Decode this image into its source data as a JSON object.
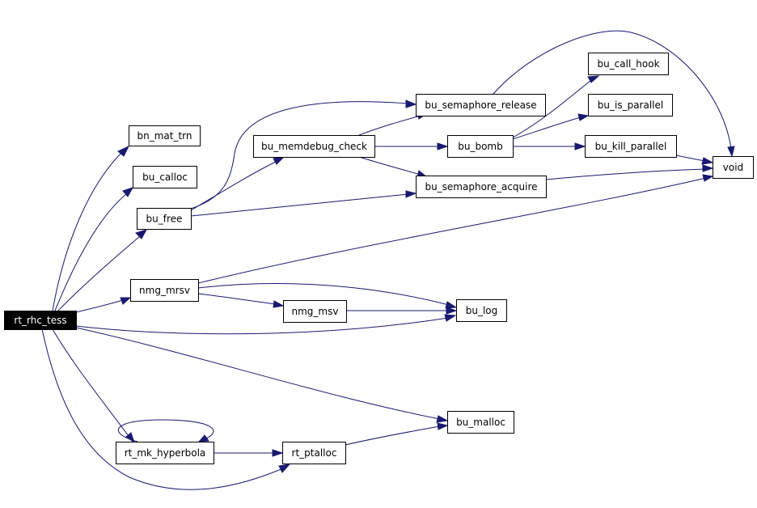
{
  "colors": {
    "edge": "#191970",
    "node_border": "#000000",
    "root_fill": "#000000",
    "root_text": "#ffffff",
    "background": "#ffffff"
  },
  "nodes": [
    {
      "id": "rt_rhc_tess",
      "label": "rt_rhc_tess",
      "root": true
    },
    {
      "id": "bn_mat_trn",
      "label": "bn_mat_trn"
    },
    {
      "id": "bu_calloc",
      "label": "bu_calloc"
    },
    {
      "id": "bu_free",
      "label": "bu_free"
    },
    {
      "id": "bu_memdebug_check",
      "label": "bu_memdebug_check"
    },
    {
      "id": "bu_semaphore_release",
      "label": "bu_semaphore_release"
    },
    {
      "id": "bu_bomb",
      "label": "bu_bomb"
    },
    {
      "id": "bu_call_hook",
      "label": "bu_call_hook"
    },
    {
      "id": "bu_is_parallel",
      "label": "bu_is_parallel"
    },
    {
      "id": "bu_kill_parallel",
      "label": "bu_kill_parallel"
    },
    {
      "id": "void",
      "label": "void"
    },
    {
      "id": "bu_semaphore_acquire",
      "label": "bu_semaphore_acquire"
    },
    {
      "id": "nmg_mrsv",
      "label": "nmg_mrsv"
    },
    {
      "id": "nmg_msv",
      "label": "nmg_msv"
    },
    {
      "id": "bu_log",
      "label": "bu_log"
    },
    {
      "id": "bu_malloc",
      "label": "bu_malloc"
    },
    {
      "id": "rt_mk_hyperbola",
      "label": "rt_mk_hyperbola"
    },
    {
      "id": "rt_ptalloc",
      "label": "rt_ptalloc"
    }
  ],
  "edges": [
    {
      "from": "rt_rhc_tess",
      "to": "bn_mat_trn"
    },
    {
      "from": "rt_rhc_tess",
      "to": "bu_calloc"
    },
    {
      "from": "rt_rhc_tess",
      "to": "bu_free"
    },
    {
      "from": "rt_rhc_tess",
      "to": "nmg_mrsv"
    },
    {
      "from": "rt_rhc_tess",
      "to": "bu_log"
    },
    {
      "from": "rt_rhc_tess",
      "to": "bu_malloc"
    },
    {
      "from": "rt_rhc_tess",
      "to": "rt_mk_hyperbola"
    },
    {
      "from": "rt_rhc_tess",
      "to": "rt_ptalloc"
    },
    {
      "from": "bu_free",
      "to": "bu_memdebug_check"
    },
    {
      "from": "bu_free",
      "to": "bu_semaphore_release"
    },
    {
      "from": "bu_free",
      "to": "bu_semaphore_acquire"
    },
    {
      "from": "bu_memdebug_check",
      "to": "bu_semaphore_release"
    },
    {
      "from": "bu_memdebug_check",
      "to": "bu_bomb"
    },
    {
      "from": "bu_memdebug_check",
      "to": "bu_semaphore_acquire"
    },
    {
      "from": "bu_semaphore_release",
      "to": "void"
    },
    {
      "from": "bu_bomb",
      "to": "bu_call_hook"
    },
    {
      "from": "bu_bomb",
      "to": "bu_is_parallel"
    },
    {
      "from": "bu_bomb",
      "to": "bu_kill_parallel"
    },
    {
      "from": "bu_kill_parallel",
      "to": "void"
    },
    {
      "from": "bu_semaphore_acquire",
      "to": "void"
    },
    {
      "from": "nmg_mrsv",
      "to": "void"
    },
    {
      "from": "nmg_mrsv",
      "to": "nmg_msv"
    },
    {
      "from": "nmg_mrsv",
      "to": "bu_log"
    },
    {
      "from": "nmg_msv",
      "to": "bu_log"
    },
    {
      "from": "rt_mk_hyperbola",
      "to": "rt_mk_hyperbola"
    },
    {
      "from": "rt_mk_hyperbola",
      "to": "rt_ptalloc"
    },
    {
      "from": "rt_ptalloc",
      "to": "bu_malloc"
    }
  ]
}
